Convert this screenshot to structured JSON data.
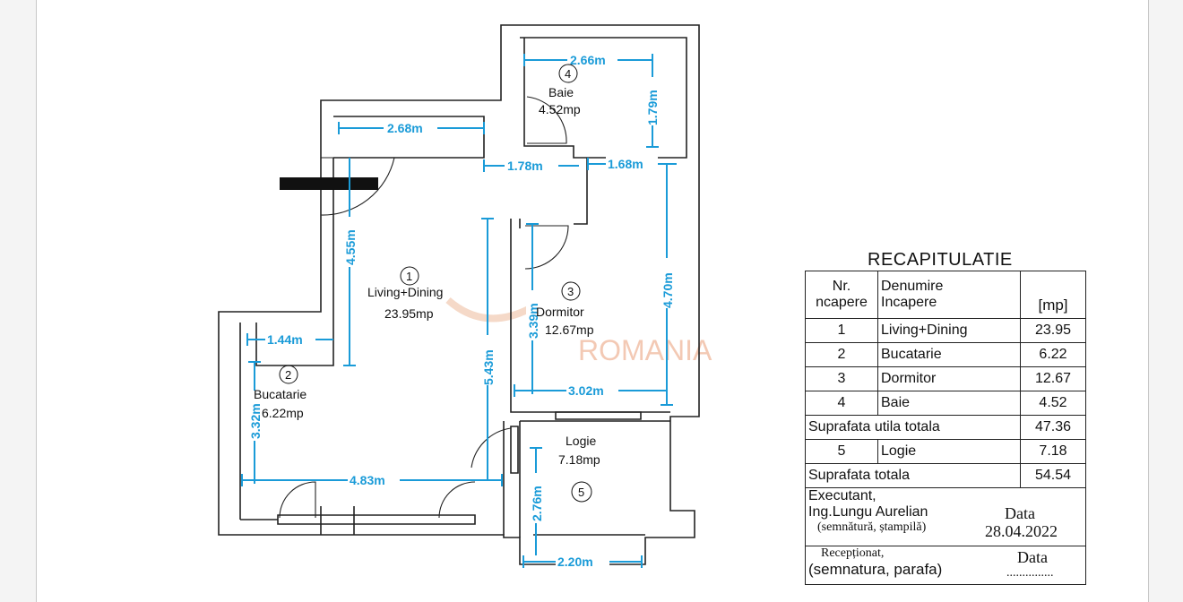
{
  "rooms": [
    {
      "no": "1",
      "name": "Living+Dining",
      "area": "23.95mp"
    },
    {
      "no": "2",
      "name": "Bucatarie",
      "area": "6.22mp"
    },
    {
      "no": "3",
      "name": "Dormitor",
      "area": "12.67mp"
    },
    {
      "no": "4",
      "name": "Baie",
      "area": "4.52mp"
    },
    {
      "no": "5",
      "name": "Logie",
      "area": "7.18mp"
    }
  ],
  "dimensions": {
    "baie_w": "2.66m",
    "baie_h": "1.79m",
    "living_top": "2.68m",
    "hall": "1.78m",
    "dorm_top": "1.68m",
    "living_left": "4.55m",
    "dorm_right": "4.70m",
    "buc_top": "1.44m",
    "living_mid": "5.43m",
    "dorm_left": "3.39m",
    "dorm_bottom": "3.02m",
    "buc_left": "3.32m",
    "bottom": "4.83m",
    "logie_left": "2.76m",
    "logie_bottom": "2.20m"
  },
  "watermark": "ROMANIA",
  "recap": {
    "title": "RECAPITULATIE",
    "h1": "Nr.\nncapere",
    "h2": "Denumire\nIncapere",
    "h3": "[mp]",
    "rows": [
      {
        "nr": "1",
        "name": "Living+Dining",
        "mp": "23.95"
      },
      {
        "nr": "2",
        "name": "Bucatarie",
        "mp": "6.22"
      },
      {
        "nr": "3",
        "name": "Dormitor",
        "mp": "12.67"
      },
      {
        "nr": "4",
        "name": "Baie",
        "mp": "4.52"
      }
    ],
    "util_label": "Suprafata utila totala",
    "util_value": "47.36",
    "logie_nr": "5",
    "logie_name": "Logie",
    "logie_mp": "7.18",
    "total_label": "Suprafata totala",
    "total_value": "54.54",
    "executant": "Executant,",
    "engineer": "Ing.Lungu Aurelian",
    "sign1": "(semnătură, ștampilă)",
    "data_label": "Data",
    "date": "28.04.2022",
    "receptionat": "Recepționat,",
    "sign2": "(semnatura, parafa)",
    "data_label2": "Data",
    "dots": "..............."
  }
}
